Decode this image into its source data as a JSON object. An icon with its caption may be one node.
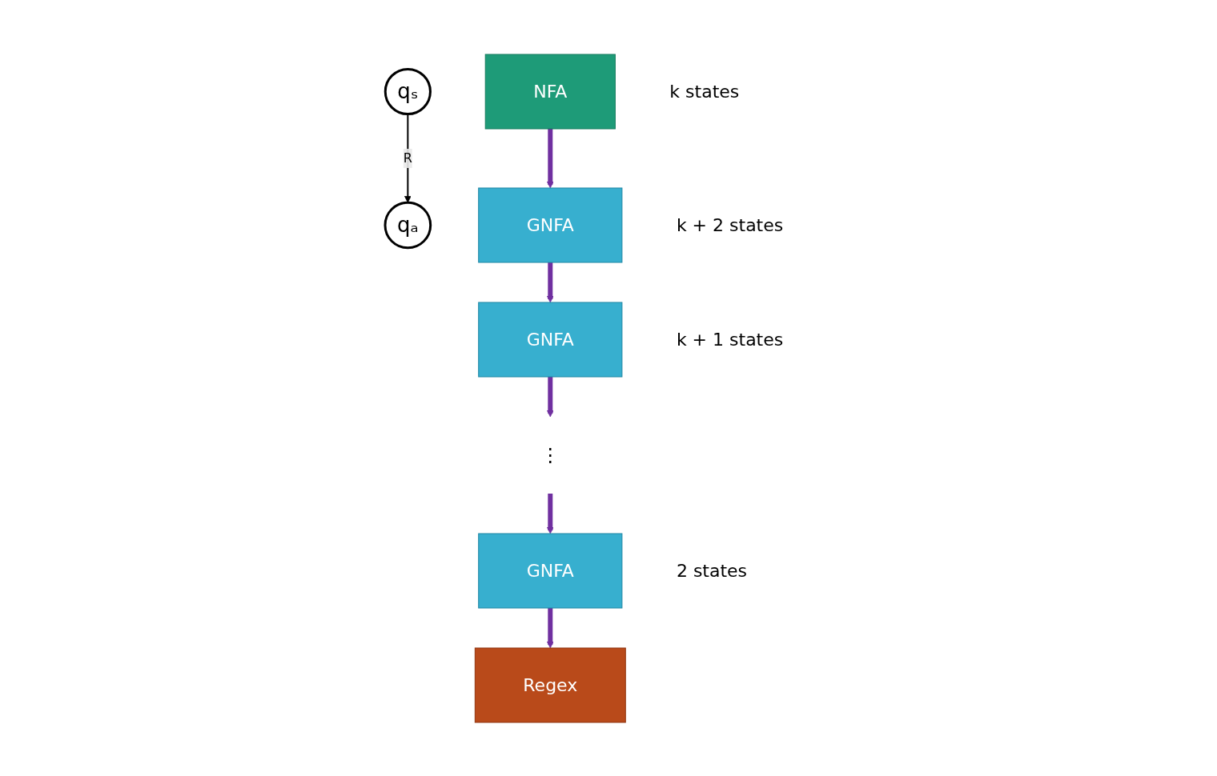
{
  "diagram": {
    "nodes": [
      {
        "text": [
          "NFA"
        ],
        "beside": [
          "k states"
        ]
      },
      {
        "text": [
          "GNFA"
        ],
        "beside": [
          "k + 2 states"
        ]
      },
      {
        "text": [
          "GNFA"
        ],
        "beside": [
          "k + 1 states"
        ]
      },
      {
        "text": [
          "⋮"
        ]
      },
      {
        "text": [
          "GNFA"
        ],
        "beside": [
          "2 states"
        ]
      },
      {
        "text": [
          "Regex"
        ]
      },
      {
        "text": [
          "qₛ"
        ]
      },
      {
        "text": [
          "qₐ"
        ]
      }
    ],
    "edges": [
      {
        "from": 0,
        "to": 1,
        "arrow": "to"
      },
      {
        "from": 1,
        "to": 2,
        "arrow": "to"
      },
      {
        "from": 2,
        "to": 3,
        "arrow": "to"
      },
      {
        "from": 3,
        "to": 4,
        "arrow": "to"
      },
      {
        "from": 4,
        "to": 5,
        "arrow": "to"
      },
      {
        "from": 6,
        "to": 7,
        "arrow": "to",
        "label": "R",
        "color": "#000000"
      }
    ]
  }
}
